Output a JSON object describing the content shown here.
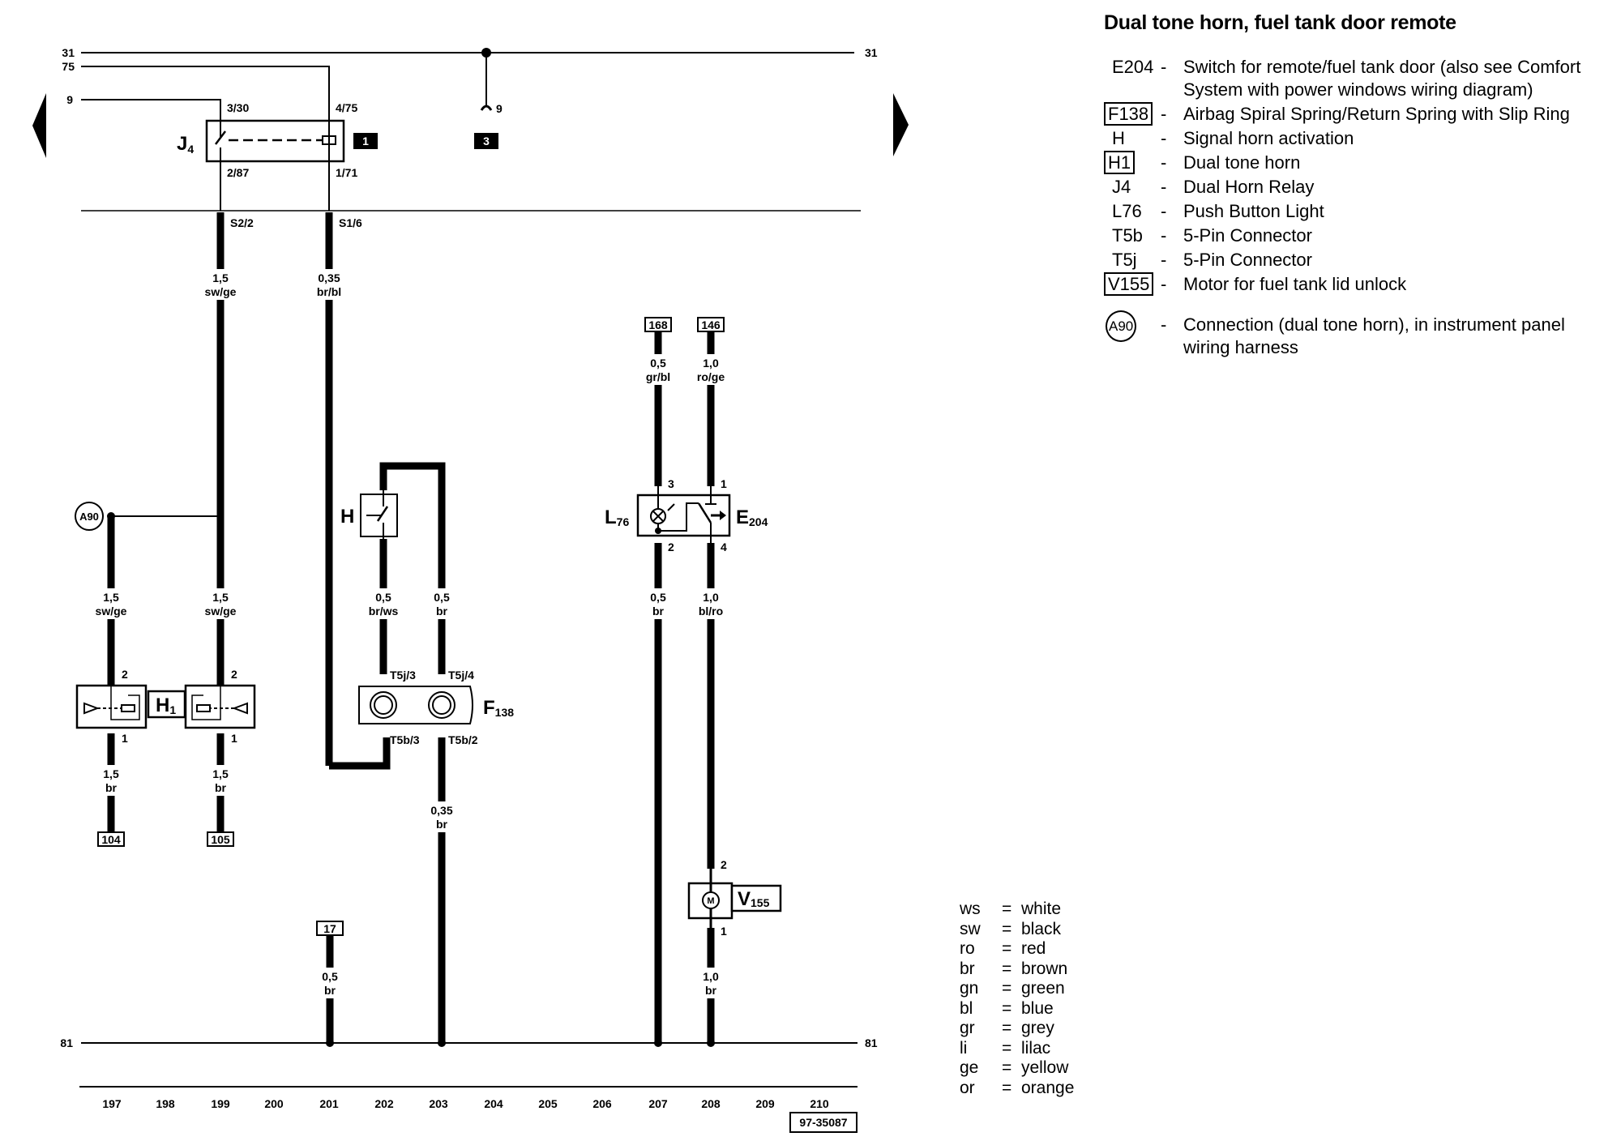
{
  "title": "Dual tone horn, fuel tank door remote",
  "legend": [
    {
      "code": "E204",
      "style": "plain",
      "dash": "-",
      "desc": "Switch for remote/fuel tank door (also see Comfort System with power windows wiring diagram)"
    },
    {
      "code": "F138",
      "style": "boxed",
      "dash": "-",
      "desc": "Airbag Spiral Spring/Return Spring with Slip Ring"
    },
    {
      "code": "H",
      "style": "plain",
      "dash": "-",
      "desc": "Signal horn activation"
    },
    {
      "code": "H1",
      "style": "boxed",
      "dash": "-",
      "desc": "Dual tone horn"
    },
    {
      "code": "J4",
      "style": "plain",
      "dash": "-",
      "desc": "Dual Horn Relay"
    },
    {
      "code": "L76",
      "style": "plain",
      "dash": "-",
      "desc": "Push Button Light"
    },
    {
      "code": "T5b",
      "style": "plain",
      "dash": "-",
      "desc": "5-Pin Connector"
    },
    {
      "code": "T5j",
      "style": "plain",
      "dash": "-",
      "desc": "5-Pin Connector"
    },
    {
      "code": "V155",
      "style": "boxed",
      "dash": "-",
      "desc": "Motor for fuel tank lid unlock"
    },
    {
      "code": "A90",
      "style": "circled",
      "dash": "-",
      "desc": "Connection (dual tone horn), in instrument panel wiring harness"
    }
  ],
  "color_codes": [
    {
      "abbr": "ws",
      "name": "white"
    },
    {
      "abbr": "sw",
      "name": "black"
    },
    {
      "abbr": "ro",
      "name": "red"
    },
    {
      "abbr": "br",
      "name": "brown"
    },
    {
      "abbr": "gn",
      "name": "green"
    },
    {
      "abbr": "bl",
      "name": "blue"
    },
    {
      "abbr": "gr",
      "name": "grey"
    },
    {
      "abbr": "li",
      "name": "lilac"
    },
    {
      "abbr": "ge",
      "name": "yellow"
    },
    {
      "abbr": "or",
      "name": "orange"
    }
  ],
  "rails": {
    "top": [
      {
        "label": "31",
        "right_label": "31"
      },
      {
        "label": "75"
      },
      {
        "label": "9"
      }
    ],
    "ground": {
      "label": "81",
      "right_label": "81"
    }
  },
  "nav": {
    "prev_label": "previous page",
    "next_label": "next page"
  },
  "relay": {
    "name": "J4",
    "name_main": "J",
    "name_sub": "4",
    "pins": {
      "top_left": "3/30",
      "top_right": "4/75",
      "bottom_left": "2/87",
      "bottom_right": "1/71"
    },
    "location_badge": "1"
  },
  "ground_tap": {
    "pin": "9",
    "badge": "3"
  },
  "splices": {
    "left": "S2/2",
    "right": "S1/6"
  },
  "wires": [
    {
      "id": "w199-top",
      "size": "1,5",
      "color": "sw/ge"
    },
    {
      "id": "w201-top",
      "size": "0,35",
      "color": "br/bl"
    },
    {
      "id": "w197-mid",
      "size": "1,5",
      "color": "sw/ge"
    },
    {
      "id": "w199-mid",
      "size": "1,5",
      "color": "sw/ge"
    },
    {
      "id": "w197-bot",
      "size": "1,5",
      "color": "br"
    },
    {
      "id": "w199-bot",
      "size": "1,5",
      "color": "br"
    },
    {
      "id": "w202-mid",
      "size": "0,5",
      "color": "br/ws"
    },
    {
      "id": "w203-mid",
      "size": "0,5",
      "color": "br"
    },
    {
      "id": "w203-bot",
      "size": "0,35",
      "color": "br"
    },
    {
      "id": "w201-bot",
      "size": "0,5",
      "color": "br"
    },
    {
      "id": "w207-top",
      "size": "0,5",
      "color": "gr/bl"
    },
    {
      "id": "w208-top",
      "size": "1,0",
      "color": "ro/ge"
    },
    {
      "id": "w207-mid",
      "size": "0,5",
      "color": "br"
    },
    {
      "id": "w208-mid",
      "size": "1,0",
      "color": "bl/ro"
    },
    {
      "id": "w208-bot",
      "size": "1,0",
      "color": "br"
    }
  ],
  "connection_point": "A90",
  "horn": {
    "name_main": "H",
    "name_sub": "1",
    "pin_top": "2",
    "pin_bottom": "1",
    "ref_left": "104",
    "ref_right": "105"
  },
  "signal_switch": {
    "name": "H"
  },
  "slip_ring": {
    "name_main": "F",
    "name_sub": "138",
    "pins": {
      "t1": "T5j/3",
      "t2": "T5j/4",
      "b1": "T5b/3",
      "b2": "T5b/2"
    }
  },
  "ground_ref": "17",
  "switch_unit": {
    "lamp_main": "L",
    "lamp_sub": "76",
    "switch_main": "E",
    "switch_sub": "204",
    "pins": {
      "lamp_top": "3",
      "switch_top": "1",
      "lamp_bottom": "2",
      "switch_bottom": "4"
    },
    "ref_lamp": "168",
    "ref_switch": "146"
  },
  "motor": {
    "name_main": "V",
    "name_sub": "155",
    "symbol": "M",
    "pin_top": "2",
    "pin_bottom": "1"
  },
  "grid": [
    "197",
    "198",
    "199",
    "200",
    "201",
    "202",
    "203",
    "204",
    "205",
    "206",
    "207",
    "208",
    "209",
    "210"
  ],
  "diagram_id": "97-35087"
}
